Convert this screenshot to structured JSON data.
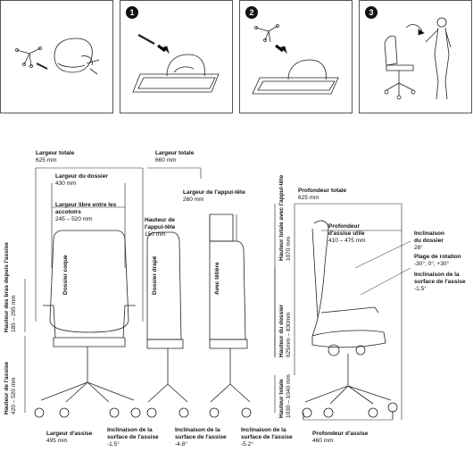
{
  "steps": [
    "1",
    "2",
    "3"
  ],
  "labels": {
    "largeur_totale_1": {
      "title": "Largeur totale",
      "value": "625 mm"
    },
    "largeur_dossier": {
      "title": "Largeur du dossier",
      "value": "430 mm"
    },
    "largeur_accotoirs": {
      "title1": "Largeur libre entre les",
      "title2": "accotoirs",
      "value": "245 – 520 mm"
    },
    "largeur_totale_2": {
      "title": "Largeur totale",
      "value": "660 mm"
    },
    "largeur_appui_tete": {
      "title": "Largeur de l'appui-tête",
      "value": "260 mm"
    },
    "hauteur_appui_tete": {
      "title1": "Hauteur de",
      "title2": "l'appui-tête",
      "value": "150 mm"
    },
    "profondeur_totale": {
      "title": "Profondeur totale",
      "value": "625 mm"
    },
    "profondeur_assise_utile": {
      "title1": "Profondeur",
      "title2": "d'assise utile",
      "value": "410 – 475 mm"
    },
    "inclinaison_dossier": {
      "title1": "Inclinaison",
      "title2": "du dossier",
      "value": "28°"
    },
    "plage_rotation": {
      "title": "Plage de rotation",
      "value": "-30°; 0°; +30°"
    },
    "inclinaison_surface_right": {
      "title1": "Inclinaison de la",
      "title2": "surface de l'assise",
      "value": "-1.5°"
    },
    "largeur_assise": {
      "title": "Largeur d'assise",
      "value": "495 mm"
    },
    "incl_1": {
      "title1": "Inclinaison de la",
      "title2": "surface de l'assise",
      "value": "-1.5°"
    },
    "incl_2": {
      "title1": "Inclinaison de la",
      "title2": "surface de l'assise",
      "value": "-4.8°"
    },
    "incl_3": {
      "title1": "Inclinaison de la",
      "title2": "surface de l'assise",
      "value": "-5.2°"
    },
    "profondeur_assise": {
      "title": "Profondeur d'assise",
      "value": "460 mm"
    }
  },
  "vertical": {
    "hauteur_bras": {
      "title": "Hauteur des bras depuis l'assise",
      "value": "185 – 295 mm"
    },
    "hauteur_assise": {
      "title": "Hauteur de l'assise",
      "value": "420 – 520 mm"
    },
    "hauteur_totale_appui": {
      "title": "Hauteur totale avec l'appui-tête",
      "value": "1070 mm"
    },
    "hauteur_dossier": {
      "title": "Hauteur du dossier",
      "value": "625mm – 830mm"
    },
    "hauteur_totale": {
      "title": "Hauteur totale",
      "value": "1030 – 1040 mm"
    }
  },
  "chair_labels": {
    "coque": "Dossier coque",
    "drape": "Dossier drapé",
    "tetiere": "Avec têtière"
  }
}
